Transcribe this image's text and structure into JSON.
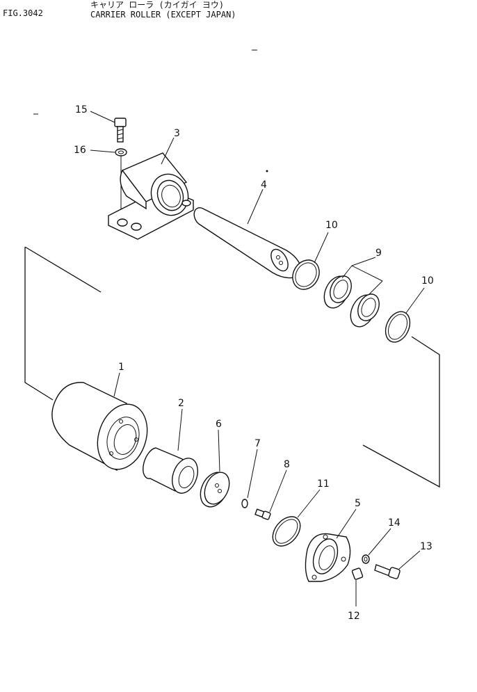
{
  "header": {
    "fig_number": "FIG.3042",
    "title_jp": "キャリア ローラ (カイガイ ヨウ)",
    "title_en": "CARRIER ROLLER (EXCEPT JAPAN)"
  },
  "callouts": [
    {
      "id": "c15",
      "label": "15"
    },
    {
      "id": "c16",
      "label": "16"
    },
    {
      "id": "c3",
      "label": "3"
    },
    {
      "id": "c4",
      "label": "4"
    },
    {
      "id": "c10a",
      "label": "10"
    },
    {
      "id": "c9",
      "label": "9"
    },
    {
      "id": "c10b",
      "label": "10"
    },
    {
      "id": "c1",
      "label": "1"
    },
    {
      "id": "c2",
      "label": "2"
    },
    {
      "id": "c6",
      "label": "6"
    },
    {
      "id": "c7",
      "label": "7"
    },
    {
      "id": "c8",
      "label": "8"
    },
    {
      "id": "c11",
      "label": "11"
    },
    {
      "id": "c5",
      "label": "5"
    },
    {
      "id": "c14",
      "label": "14"
    },
    {
      "id": "c13",
      "label": "13"
    },
    {
      "id": "c12",
      "label": "12"
    }
  ]
}
